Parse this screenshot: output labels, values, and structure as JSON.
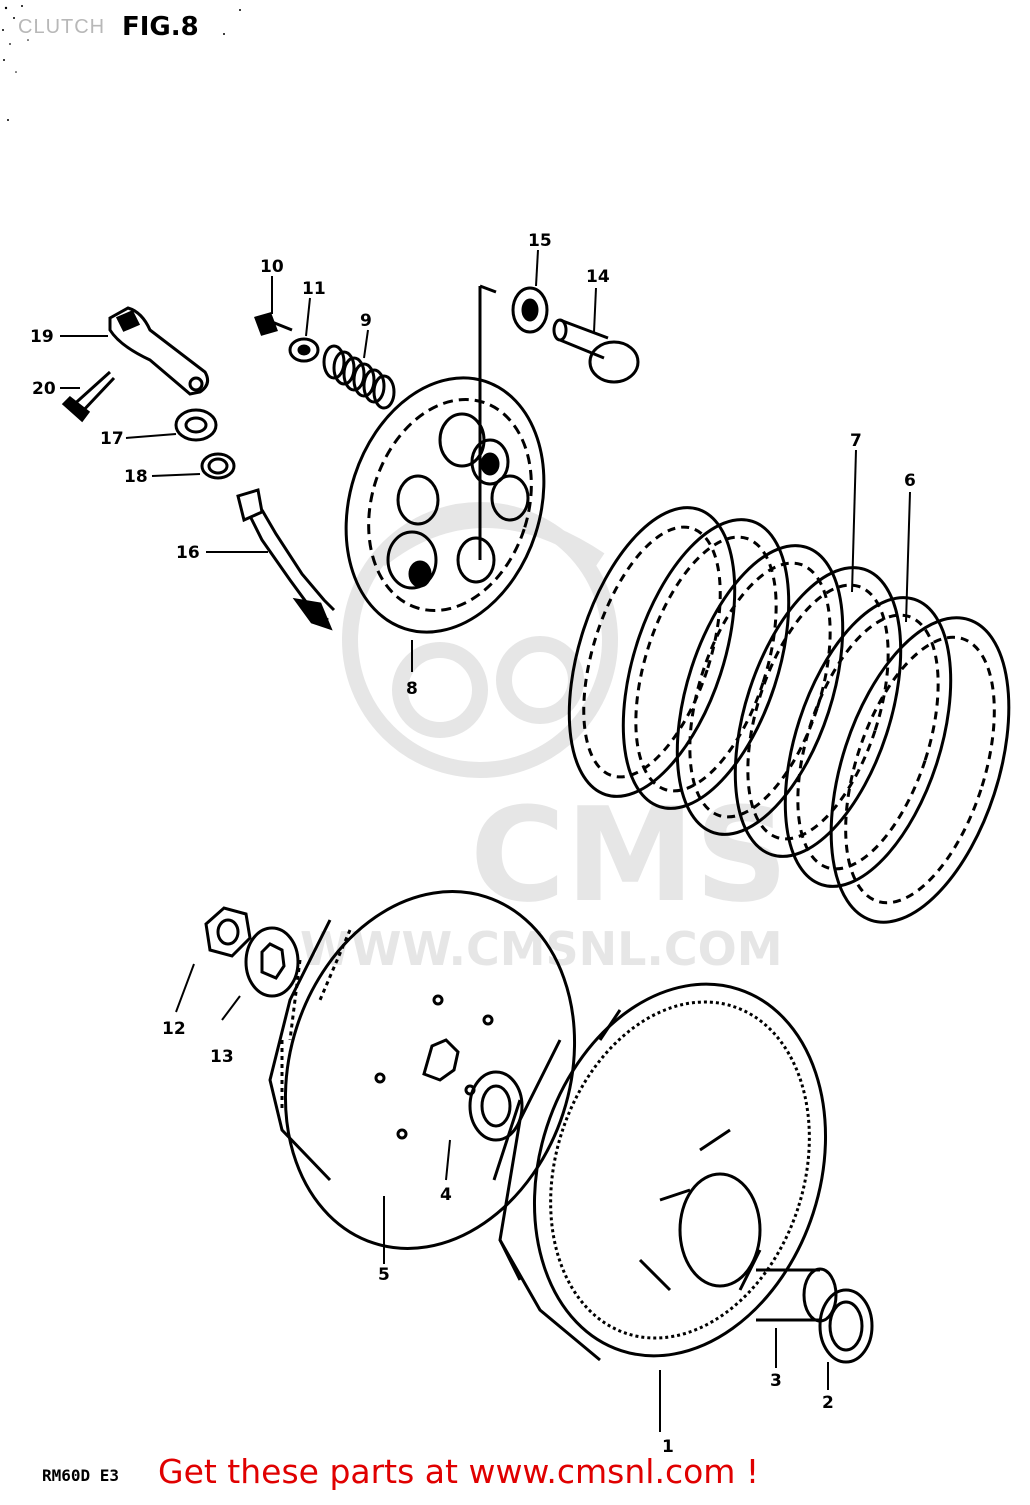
{
  "header": {
    "section_label": "CLUTCH",
    "figure_label": "FIG.8"
  },
  "watermark": {
    "brand": "CMS",
    "url": "WWW.CMSNL.COM"
  },
  "footer": {
    "model_code": "RM60D E3",
    "cta": "Get these parts at www.cmsnl.com !"
  },
  "callouts": {
    "c1": "1",
    "c2": "2",
    "c3": "3",
    "c4": "4",
    "c5": "5",
    "c6": "6",
    "c7": "7",
    "c8": "8",
    "c9": "9",
    "c10": "10",
    "c11": "11",
    "c12": "12",
    "c13": "13",
    "c14": "14",
    "c15": "15",
    "c16": "16",
    "c17": "17",
    "c18": "18",
    "c19": "19",
    "c20": "20"
  },
  "colors": {
    "ink": "#000000",
    "cta": "#e00000",
    "watermark": "#e6e6e6"
  }
}
